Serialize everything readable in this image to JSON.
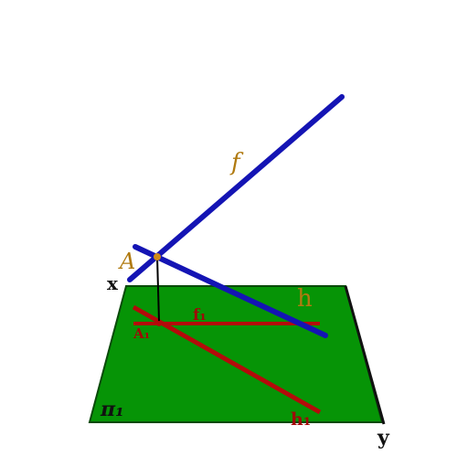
{
  "colors": {
    "plane": "#069406",
    "plane_edge": "#0a4a0a",
    "line_3d": "#1414b4",
    "line_projection": "#b40a0a",
    "point": "#d08a18",
    "label_gold": "#b07a10",
    "label_red": "#a00808",
    "label_dark": "#111111"
  },
  "labels": {
    "f": "f",
    "h": "h",
    "A": "A",
    "x": "x",
    "y": "y",
    "f1": "f₁",
    "h1": "h₁",
    "A1": "A₁",
    "pi1": "π₁"
  }
}
